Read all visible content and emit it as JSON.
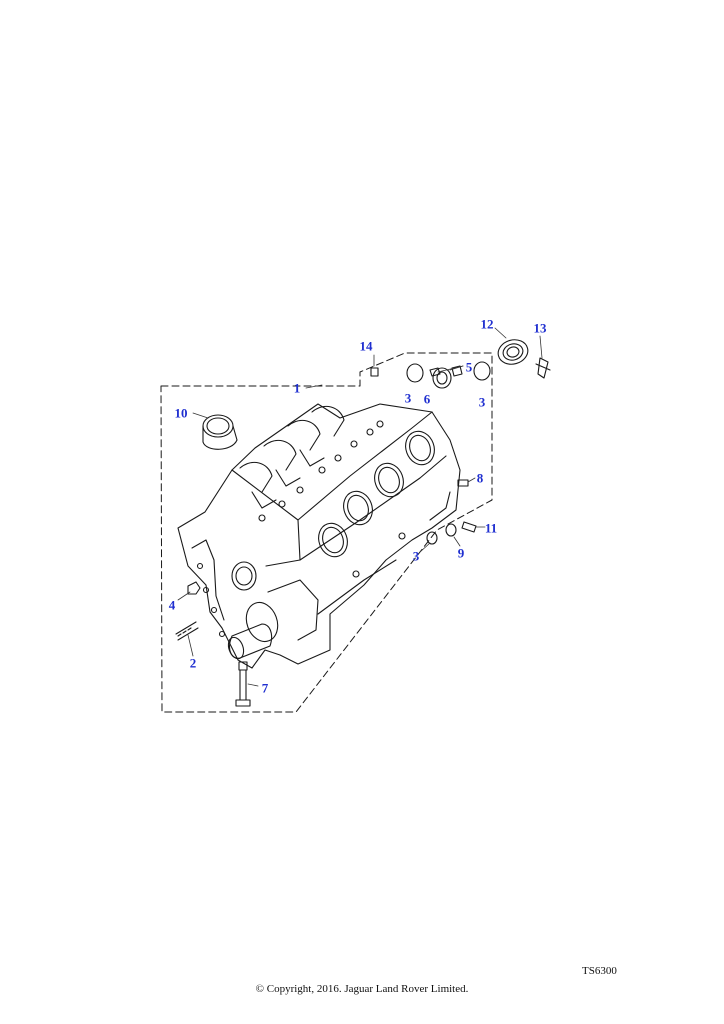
{
  "callouts": {
    "c1": "1",
    "c2": "2",
    "c3a": "3",
    "c3b": "3",
    "c3c": "3",
    "c4": "4",
    "c5": "5",
    "c6": "6",
    "c7": "7",
    "c8": "8",
    "c9": "9",
    "c10": "10",
    "c11": "11",
    "c12": "12",
    "c13": "13",
    "c14": "14"
  },
  "reference": "TS6300",
  "copyright": "© Copyright, 2016. Jaguar Land Rover Limited.",
  "colors": {
    "callout": "#1f2fd0",
    "line": "#1a1a1a",
    "leader": "#333333"
  }
}
